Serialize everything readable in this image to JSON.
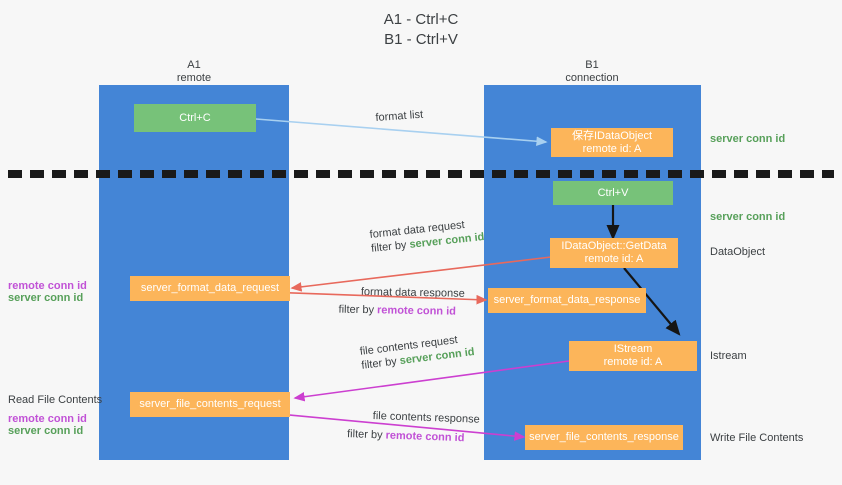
{
  "title": {
    "line1": "A1 - Ctrl+C",
    "line2": "B1 - Ctrl+V"
  },
  "lanes": [
    {
      "name": "A1",
      "sub": "remote"
    },
    {
      "name": "B1",
      "sub": "connection"
    }
  ],
  "nodes": {
    "ctrl_c": {
      "label": "Ctrl+C"
    },
    "ctrl_v": {
      "label": "Ctrl+V"
    },
    "idataobject": {
      "line1": "保存IDataObject",
      "line2": "remote id: A"
    },
    "getdata": {
      "line1": "IDataObject::GetData",
      "line2": "remote id: A"
    },
    "istream": {
      "line1": "IStream",
      "line2": "remote id: A"
    },
    "format_data_request": {
      "label": "server_format_data_request"
    },
    "format_data_response": {
      "label": "server_format_data_response"
    },
    "file_contents_request": {
      "label": "server_file_contents_request"
    },
    "file_contents_response": {
      "label": "server_file_contents_response"
    }
  },
  "arrow_labels": {
    "format_list": "format list",
    "format_data_request": {
      "line1": "format data request",
      "filter_prefix": "filter by ",
      "filter_key": "server conn id"
    },
    "format_data_response": {
      "line1": "format data response",
      "filter_prefix": "filter by ",
      "filter_key": "remote conn id"
    },
    "file_contents_request": {
      "line1": "file contents request",
      "filter_prefix": "filter by ",
      "filter_key": "server conn id"
    },
    "file_contents_response": {
      "line1": "file contents response",
      "filter_prefix": "filter by ",
      "filter_key": "remote conn id"
    }
  },
  "side_labels": {
    "right_top_server": "server conn id",
    "right_mid_server": "server conn id",
    "dataobject": "DataObject",
    "istream": "Istream",
    "write_file_contents": "Write File Contents",
    "read_file_contents": "Read File Contents",
    "left_remote_1": "remote conn id",
    "left_server_1": "server conn id",
    "left_remote_2": "remote conn id",
    "left_server_2": "server conn id"
  },
  "colors": {
    "lane": "#4485d6",
    "green_box": "#77c279",
    "orange_box": "#fcb55a",
    "green_text": "#57a05a",
    "magenta_text": "#c152d6",
    "arrow_red": "#e8695c",
    "arrow_magenta": "#cc3fd0",
    "arrow_blue": "#a8d0f0",
    "arrow_black": "#151515",
    "background": "#f7f7f7"
  }
}
